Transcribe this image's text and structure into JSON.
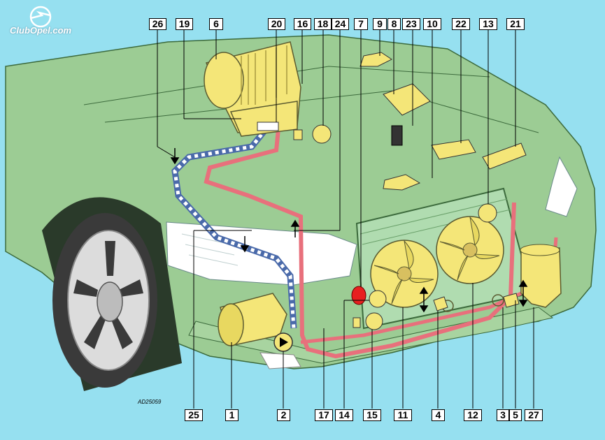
{
  "logo": {
    "text": "ClubOpel.com"
  },
  "drawing_code": "AD25059",
  "labels_top": [
    "26",
    "19",
    "6",
    "20",
    "16",
    "18",
    "24",
    "7",
    "9",
    "8",
    "23",
    "10",
    "22",
    "13",
    "21"
  ],
  "labels_bottom": [
    "25",
    "1",
    "2",
    "17",
    "14",
    "15",
    "11",
    "4",
    "12",
    "3",
    "5",
    "27"
  ],
  "colors": {
    "sky": "#96e0f0",
    "car_body": "#9ccc94",
    "component_yellow": "#f4e678",
    "high_pressure_line": "#e8707c",
    "low_pressure_line": "#4a6aaa",
    "accent_red": "#e82020"
  }
}
